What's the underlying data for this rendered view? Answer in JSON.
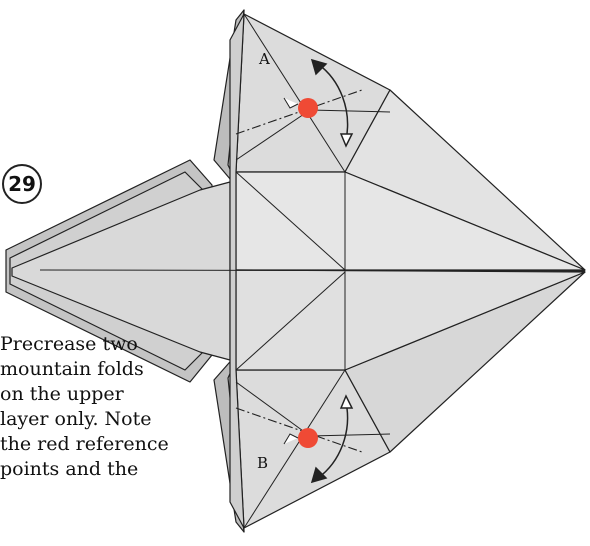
{
  "diagram": {
    "step_number": "29",
    "instruction_lines": [
      "Precrease two",
      "mountain folds",
      "on the upper",
      "layer only. Note",
      "the red reference",
      "points and the"
    ],
    "labels": {
      "point_a": "A",
      "point_b": "B"
    },
    "colors": {
      "paper_top": "#dcdcdc",
      "paper_mid": "#e4e4e4",
      "paper_shadow": "#bdbdbd",
      "paper_dark": "#9e9e9e",
      "reference_point": "#ef4a35",
      "line": "#222222"
    },
    "elements": {
      "reference_point_a": "reference-point",
      "reference_point_b": "reference-point",
      "mountain_fold_a": "mountain-fold-line",
      "mountain_fold_b": "mountain-fold-line"
    }
  }
}
